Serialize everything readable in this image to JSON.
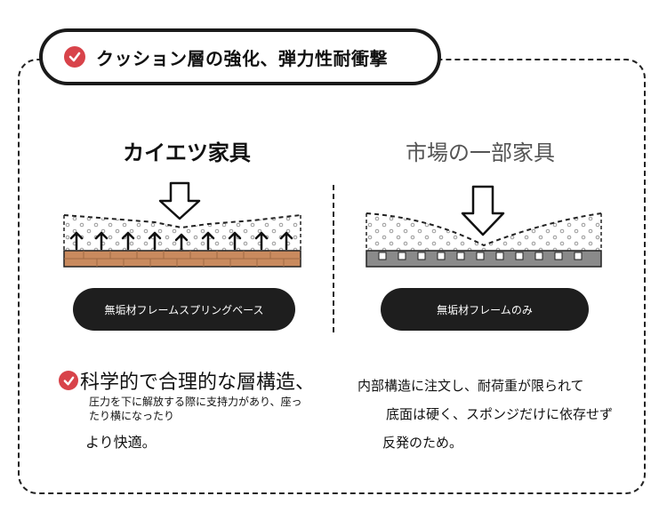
{
  "title": "クッション層の強化、弾力性耐衝撃",
  "left": {
    "title": "カイエツ家具",
    "button": "無垢材フレームスプリングベース",
    "headline": "科学的で合理的な層構造、",
    "sub_line1": "圧力を下に解放する際に支持力があり、座っ",
    "sub_line2": "たり横になったり",
    "foot": "より快適。"
  },
  "right": {
    "title": "市場の一部家具",
    "button": "無垢材フレームのみ",
    "line1": "内部構造に注文し、耐荷重が限られて",
    "line2": "底面は硬く、スポンジだけに依存せず",
    "line3": "反発のため。"
  },
  "colors": {
    "accent_check": "#d8434a",
    "wood": "#c98a5e",
    "grey_base": "#8a8a8a",
    "button_bg": "#1e1e1e"
  },
  "icons": [
    "check-circle-icon",
    "down-arrow-icon",
    "up-arrow-icon"
  ]
}
